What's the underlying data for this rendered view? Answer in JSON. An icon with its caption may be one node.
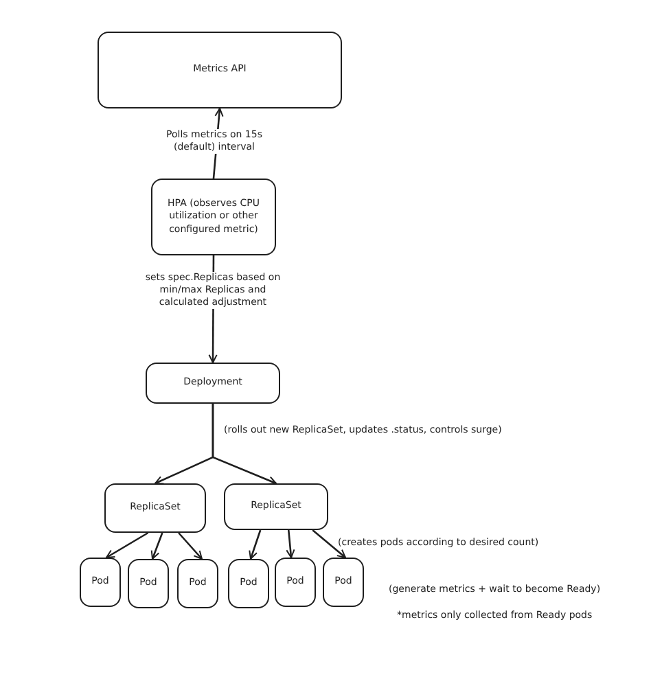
{
  "diagram": {
    "nodes": [
      {
        "text": [
          "Metrics API"
        ]
      },
      {
        "text": [
          "HPA (observes CPU utilization or other configured metric)"
        ]
      },
      {
        "text": [
          "Deployment"
        ]
      },
      {
        "text": [
          "ReplicaSet"
        ]
      },
      {
        "text": [
          "ReplicaSet"
        ]
      },
      {
        "text": [
          "Pod"
        ]
      },
      {
        "text": [
          "Pod"
        ]
      },
      {
        "text": [
          "Pod"
        ]
      },
      {
        "text": [
          "Pod"
        ]
      },
      {
        "text": [
          "Pod"
        ]
      },
      {
        "text": [
          "Pod"
        ]
      }
    ],
    "edges": [
      {
        "from": 1,
        "to": 0,
        "arrow": "to",
        "label": "Polls metrics on 15s (default) interval"
      },
      {
        "from": 1,
        "to": 2,
        "arrow": "to",
        "label": "sets spec.Replicas based on min/max Replicas and calculated adjustment"
      },
      {
        "from": 2,
        "to": 3,
        "arrow": "to"
      },
      {
        "from": 2,
        "to": 4,
        "arrow": "to"
      },
      {
        "from": 3,
        "to": 5,
        "arrow": "to"
      },
      {
        "from": 3,
        "to": 6,
        "arrow": "to"
      },
      {
        "from": 3,
        "to": 7,
        "arrow": "to"
      },
      {
        "from": 4,
        "to": 8,
        "arrow": "to"
      },
      {
        "from": 4,
        "to": 9,
        "arrow": "to"
      },
      {
        "from": 4,
        "to": 10,
        "arrow": "to"
      }
    ],
    "labels": [
      "(rolls out new ReplicaSet, updates .status, controls surge)",
      "(creates pods according to desired count)",
      "(generate metrics + wait to become Ready)",
      "*metrics only collected from Ready pods"
    ]
  }
}
